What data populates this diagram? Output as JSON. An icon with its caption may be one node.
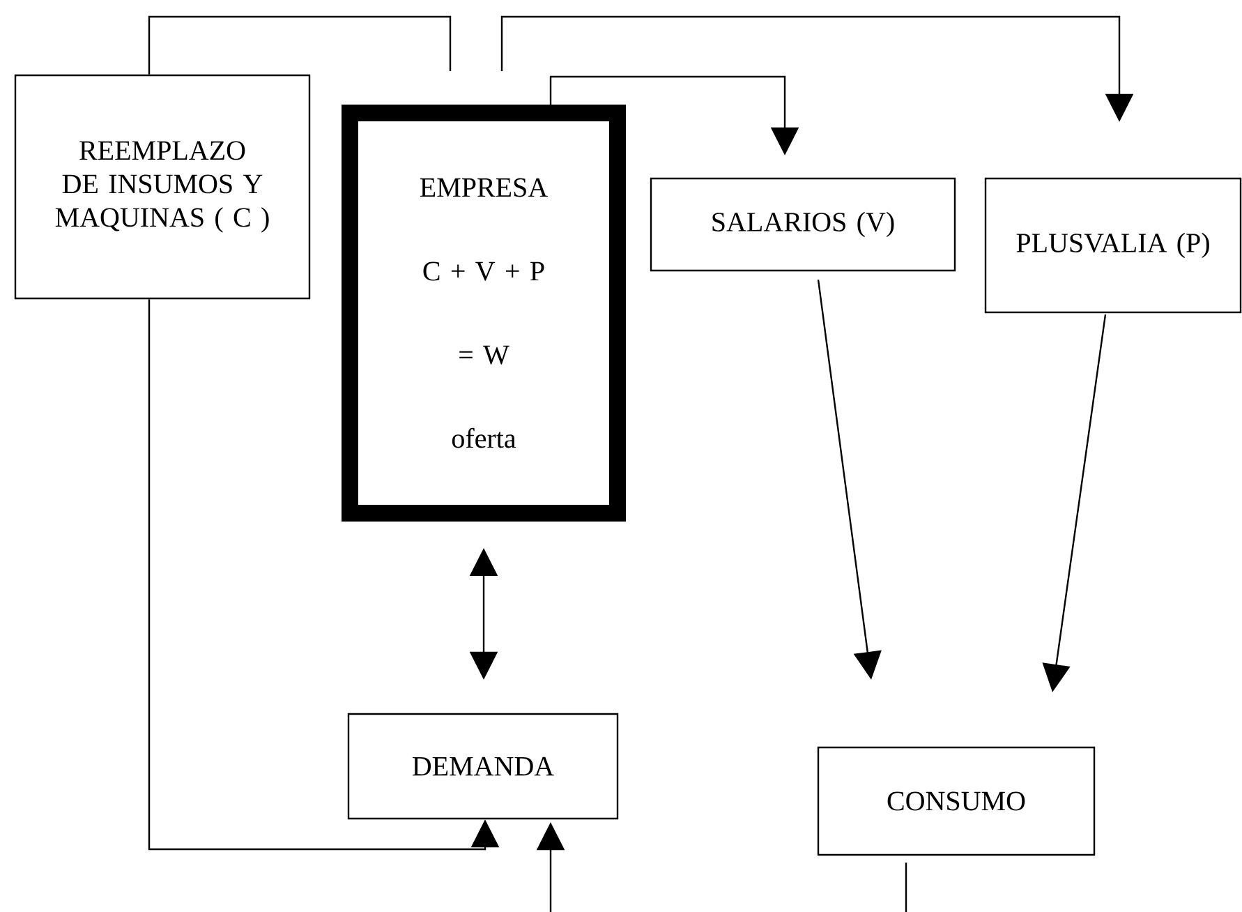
{
  "diagram": {
    "nodes": [
      {
        "text": [
          "REEMPLAZO DE INSUMOS Y MAQUINAS ( C )"
        ]
      },
      {
        "text": [
          "EMPRESA",
          "C + V + P",
          "= W",
          "oferta"
        ]
      },
      {
        "text": [
          "SALARIOS (V)"
        ]
      },
      {
        "text": [
          "PLUSVALIA (P)"
        ]
      },
      {
        "text": [
          "DEMANDA"
        ]
      },
      {
        "text": [
          "CONSUMO"
        ]
      }
    ],
    "edges": [
      {
        "from": 0,
        "to": null,
        "arrow": "none"
      },
      {
        "from": null,
        "to": 3,
        "arrow": "to"
      },
      {
        "from": 1,
        "to": 2,
        "arrow": "to"
      },
      {
        "from": 2,
        "to": 5,
        "arrow": "to"
      },
      {
        "from": 3,
        "to": 5,
        "arrow": "to"
      },
      {
        "from": 1,
        "to": 4,
        "arrow": "both"
      },
      {
        "from": 0,
        "to": 4,
        "arrow": "to"
      },
      {
        "from": null,
        "to": 4,
        "arrow": "to"
      },
      {
        "from": 5,
        "to": null,
        "arrow": "none"
      }
    ]
  }
}
